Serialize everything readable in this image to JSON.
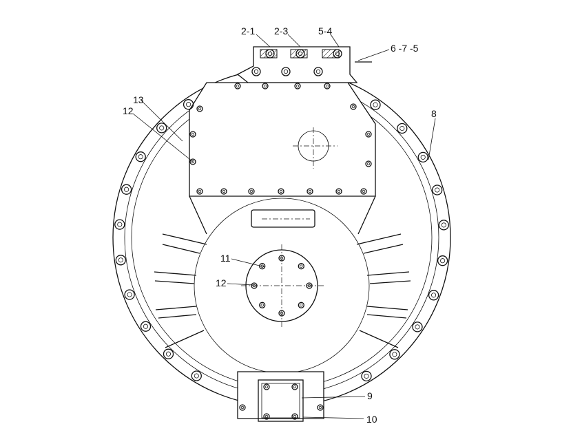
{
  "callouts": [
    {
      "id": "c-2-1",
      "text": "2-1"
    },
    {
      "id": "c-2-3",
      "text": "2-3"
    },
    {
      "id": "c-5-4",
      "text": "5-4"
    },
    {
      "id": "c-6-7-5",
      "text": "6 -7 -5"
    },
    {
      "id": "c-8",
      "text": "8"
    },
    {
      "id": "c-13",
      "text": "13"
    },
    {
      "id": "c-12a",
      "text": "12"
    },
    {
      "id": "c-11",
      "text": "11"
    },
    {
      "id": "c-12b",
      "text": "12"
    },
    {
      "id": "c-9",
      "text": "9"
    },
    {
      "id": "c-10",
      "text": "10"
    }
  ]
}
